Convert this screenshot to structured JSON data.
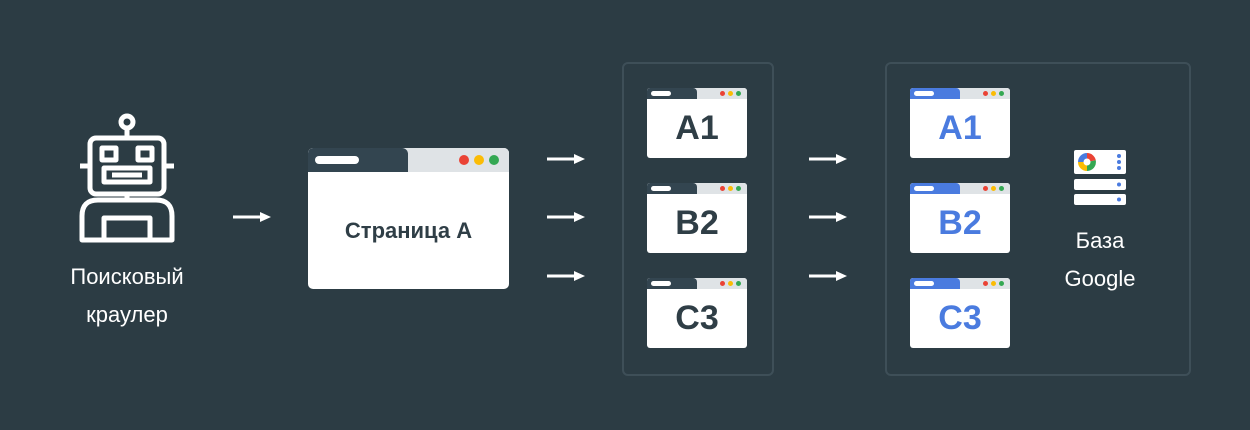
{
  "crawler": {
    "label": "Поисковый краулер"
  },
  "page": {
    "title": "Страница A"
  },
  "pages_group": [
    {
      "code": "A1"
    },
    {
      "code": "B2"
    },
    {
      "code": "C3"
    }
  ],
  "indexed_group": [
    {
      "code": "A1"
    },
    {
      "code": "B2"
    },
    {
      "code": "C3"
    }
  ],
  "database": {
    "label": "База Google"
  },
  "colors": {
    "background": "#2c3c44",
    "dark_tab": "#334550",
    "accent_blue": "#4a7bdf",
    "dot_red": "#ea4335",
    "dot_yellow": "#fbbc05",
    "dot_green": "#34a853"
  },
  "icons": [
    "robot-icon",
    "arrow-right-icon",
    "server-database-icon",
    "google-logo-icon"
  ]
}
